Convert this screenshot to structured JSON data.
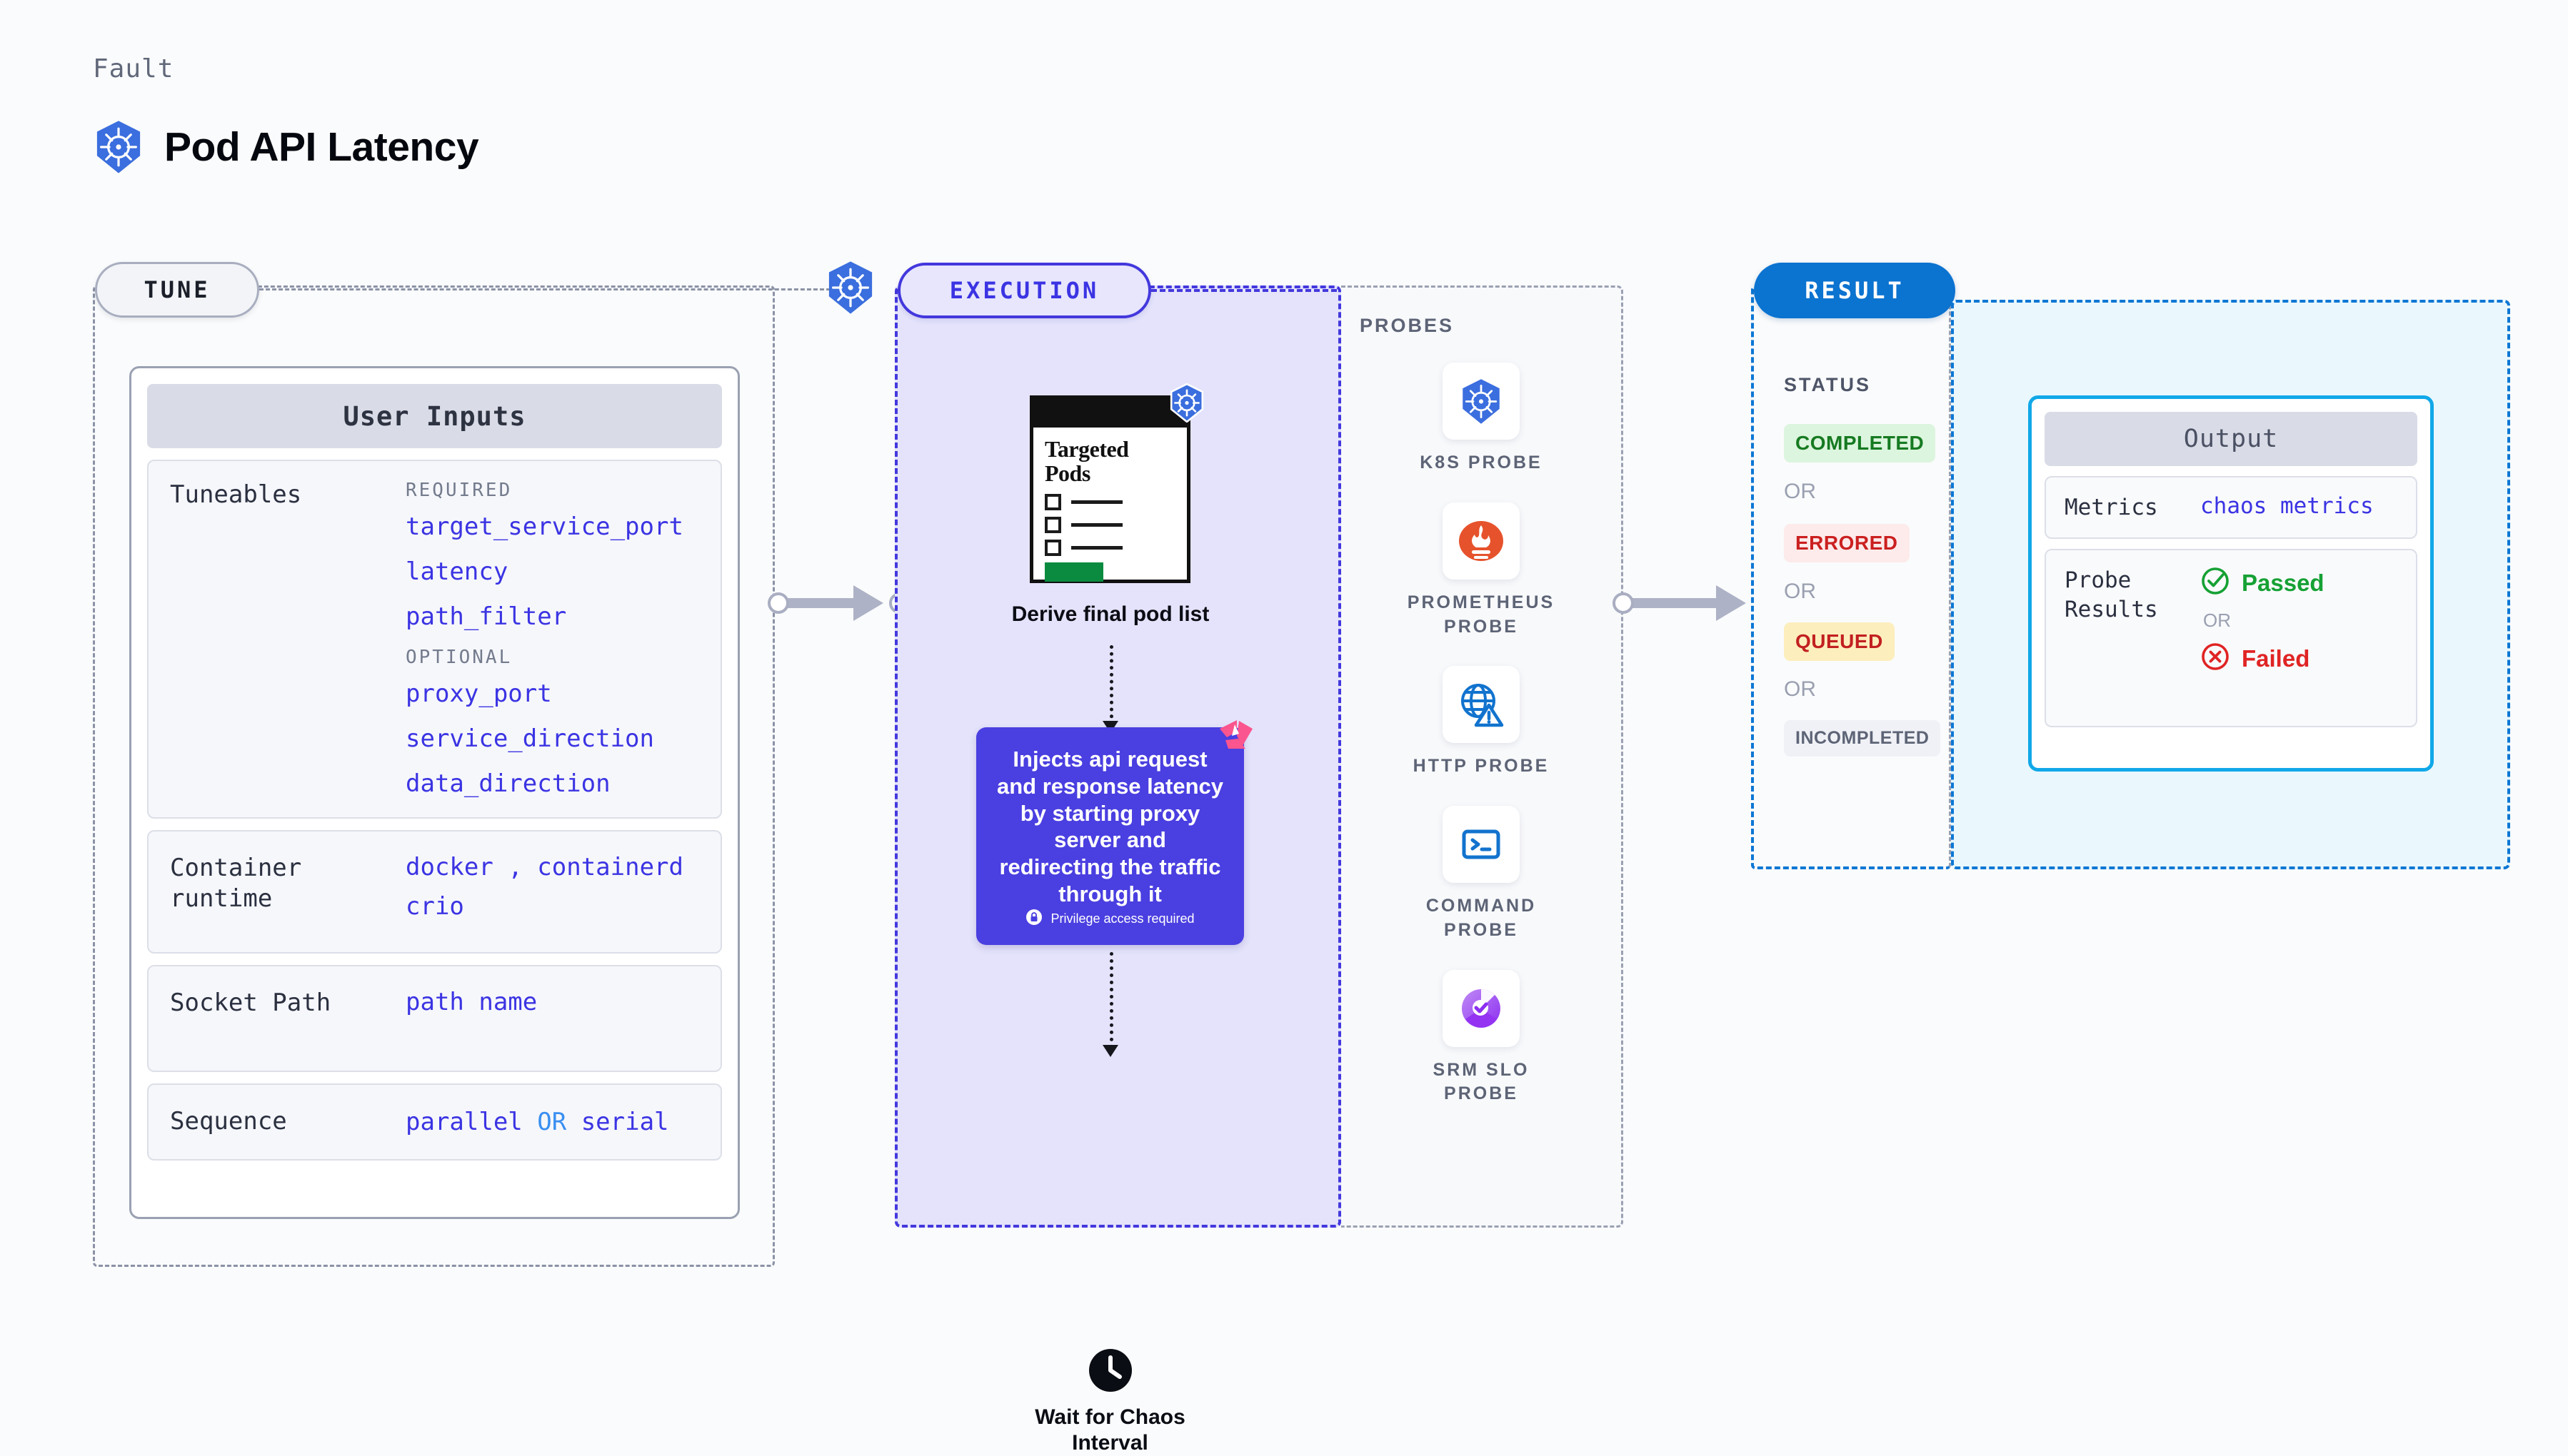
{
  "header": {
    "kicker": "Fault",
    "title": "Pod API Latency",
    "icon": "kubernetes-icon"
  },
  "tune": {
    "pill_label": "TUNE",
    "badge_icon": "kubernetes-icon",
    "card_title": "User Inputs",
    "sections": [
      {
        "label": "Tuneables",
        "groups": [
          {
            "heading": "REQUIRED",
            "items": [
              "target_service_port",
              "latency",
              "path_filter"
            ]
          },
          {
            "heading": "OPTIONAL",
            "items": [
              "proxy_port",
              "service_direction",
              "data_direction"
            ]
          }
        ]
      },
      {
        "label": "Container runtime",
        "line1_a": "docker",
        "line1_sep": ",",
        "line1_b": "containerd",
        "line2": "crio"
      },
      {
        "label": "Socket Path",
        "value": "path name"
      },
      {
        "label": "Sequence",
        "value_a": "parallel",
        "value_or": "OR",
        "value_b": "serial"
      }
    ]
  },
  "execution": {
    "pill_label": "EXECUTION",
    "pods_card": {
      "title_line1": "Targeted",
      "title_line2": "Pods",
      "badge_icon": "kubernetes-icon",
      "caption": "Derive final pod list"
    },
    "inject": {
      "text": "Injects api request and response latency by starting proxy server and redirecting the traffic through it",
      "privilege_note": "Privilege access required",
      "privilege_icon": "lock-icon",
      "corner_icon": "litmus-chaos-icon",
      "color": "#4a3fe0"
    },
    "wait": {
      "icon": "clock-icon",
      "caption_line1": "Wait for Chaos",
      "caption_line2": "Interval"
    }
  },
  "probes": {
    "title": "PROBES",
    "items": [
      {
        "name": "K8S PROBE",
        "icon": "kubernetes-icon"
      },
      {
        "name": "PROMETHEUS PROBE",
        "icon": "prometheus-icon"
      },
      {
        "name": "HTTP PROBE",
        "icon": "globe-warning-icon"
      },
      {
        "name": "COMMAND PROBE",
        "icon": "terminal-icon"
      },
      {
        "name": "SRM SLO PROBE",
        "icon": "srm-slo-icon"
      }
    ]
  },
  "result": {
    "pill_label": "RESULT",
    "status_title": "STATUS",
    "or_label": "OR",
    "statuses": [
      {
        "label": "COMPLETED",
        "bg": "#dcf5de",
        "fg": "#167a21"
      },
      {
        "label": "ERRORED",
        "bg": "#fdebeb",
        "fg": "#cb2020"
      },
      {
        "label": "QUEUED",
        "bg": "#fdeebd",
        "fg": "#c22020"
      },
      {
        "label": "INCOMPLETED",
        "bg": "#f0f1f6",
        "fg": "#5d6476"
      }
    ],
    "output": {
      "title": "Output",
      "metrics_label": "Metrics",
      "metrics_value": "chaos metrics",
      "probe_results_label": "Probe Results",
      "passed_label": "Passed",
      "failed_label": "Failed",
      "or_label": "OR",
      "passed_icon": "check-circle-icon",
      "failed_icon": "x-circle-icon"
    }
  },
  "colors": {
    "accent_blue": "#0b73d0",
    "accent_purple": "#4338dd",
    "token_blue": "#3b34e3",
    "panel_purple_bg": "#e4e3fb",
    "panel_cyan_bg": "#eaf8fe"
  }
}
